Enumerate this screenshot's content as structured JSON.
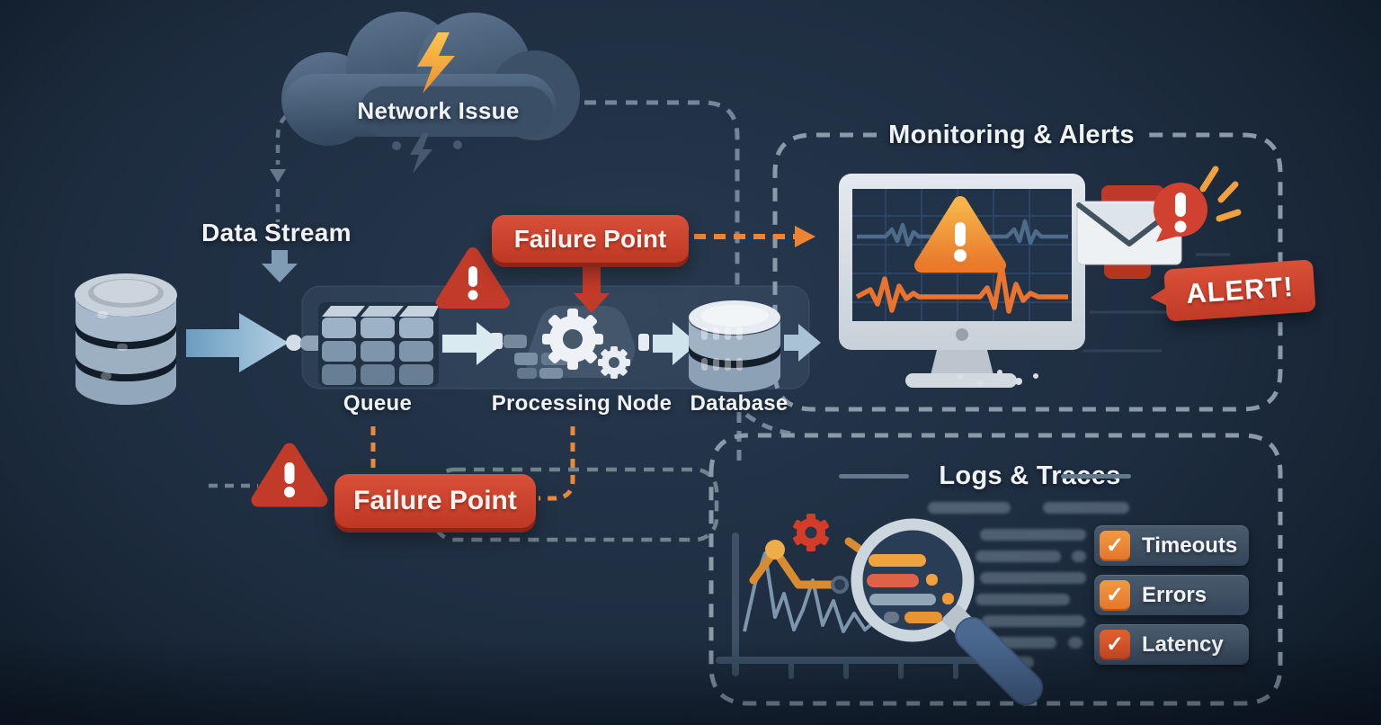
{
  "labels": {
    "network_issue": "Network Issue",
    "data_stream": "Data Stream",
    "queue": "Queue",
    "processing_node": "Processing Node",
    "database": "Database",
    "failure_point_top": "Failure Point",
    "failure_point_bottom": "Failure Point",
    "monitoring_title": "Monitoring & Alerts",
    "alert": "ALERT!",
    "logs_title": "Logs & Traces"
  },
  "logs": {
    "checks": [
      {
        "label": "Timeouts",
        "checked": true
      },
      {
        "label": "Errors",
        "checked": true
      },
      {
        "label": "Latency",
        "checked": true
      }
    ]
  },
  "glyphs": {
    "check": "✓"
  },
  "colors": {
    "background": "#1e2d40",
    "alert_red": "#cf4130",
    "warning_orange": "#f09a3c",
    "accent_orange": "#ee8433",
    "steel_blue": "#a9c6da",
    "dashed_border": "#8b99a9"
  }
}
